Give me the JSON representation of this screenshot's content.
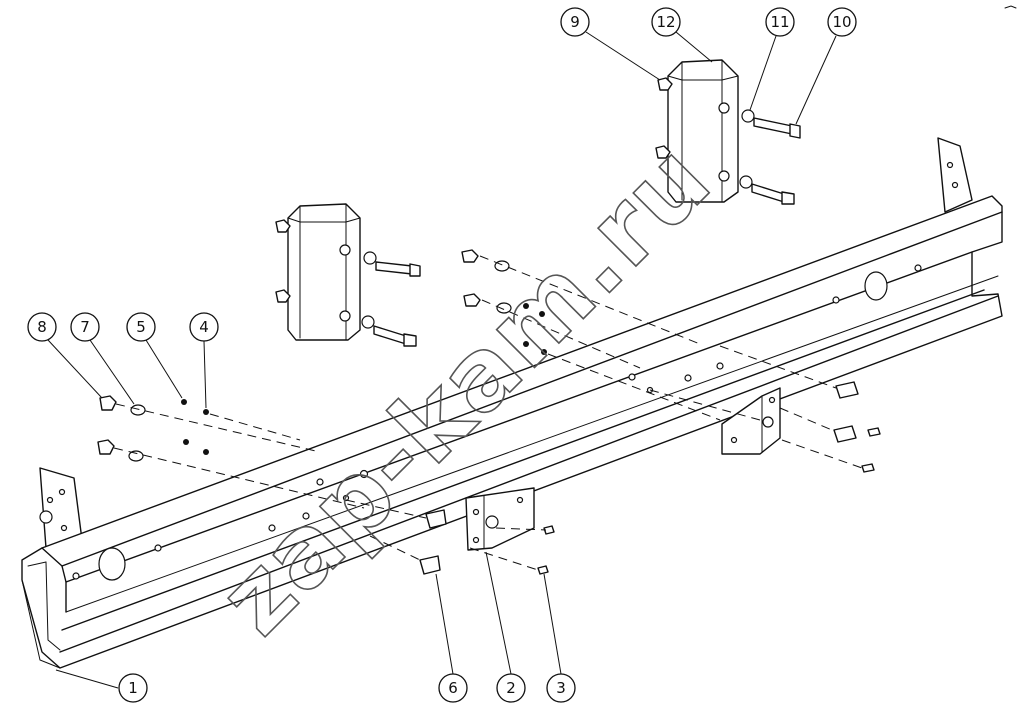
{
  "diagram": {
    "callouts": [
      {
        "id": "1",
        "label": "1"
      },
      {
        "id": "2",
        "label": "2"
      },
      {
        "id": "3",
        "label": "3"
      },
      {
        "id": "4",
        "label": "4"
      },
      {
        "id": "5",
        "label": "5"
      },
      {
        "id": "6",
        "label": "6"
      },
      {
        "id": "7",
        "label": "7"
      },
      {
        "id": "8",
        "label": "8"
      },
      {
        "id": "9",
        "label": "9"
      },
      {
        "id": "10",
        "label": "10"
      },
      {
        "id": "11",
        "label": "11"
      },
      {
        "id": "12",
        "label": "12"
      }
    ],
    "watermark": "zap-kam.ru"
  }
}
